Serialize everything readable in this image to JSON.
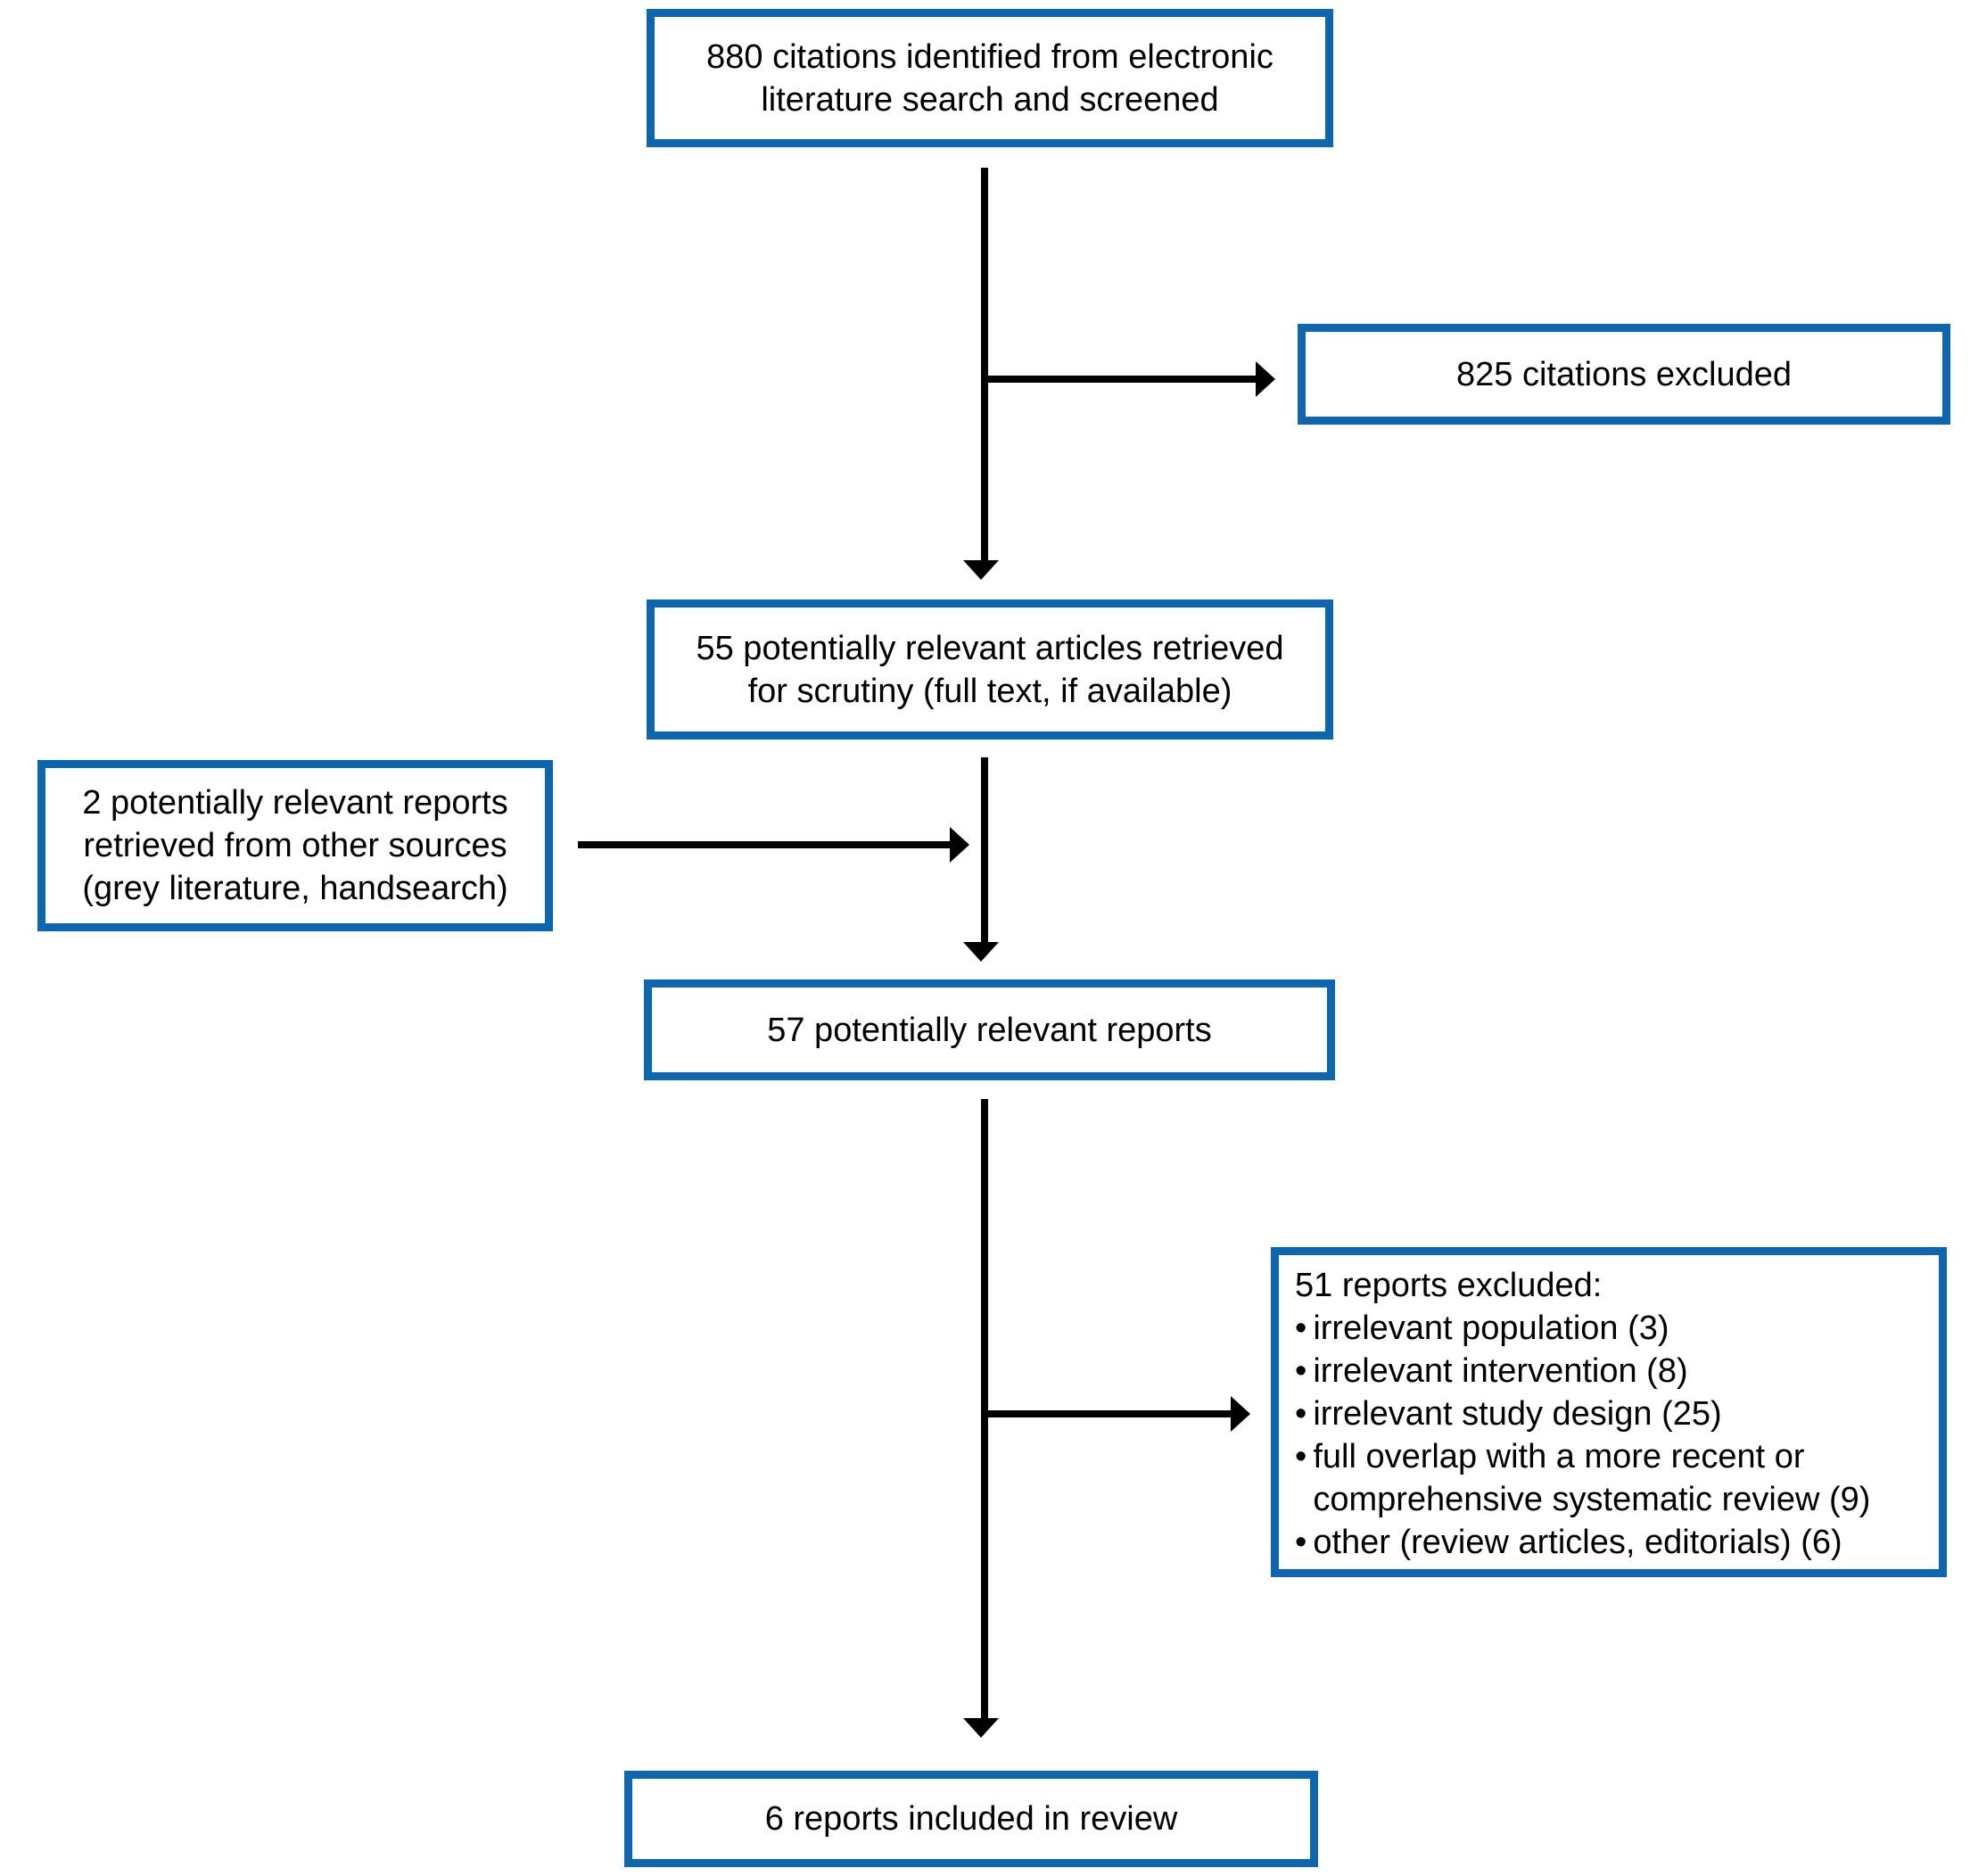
{
  "diagram": {
    "type": "flowchart",
    "accent_color": "#0c66b0",
    "line_color": "#000000",
    "bullet": "•",
    "boxes": {
      "identified": "880 citations identified from electronic\nliterature search and screened",
      "citations_excluded": "825 citations excluded",
      "retrieved_for_scrutiny": "55 potentially relevant articles retrieved\nfor scrutiny (full text, if available)",
      "other_sources": "2 potentially relevant reports\nretrieved from other sources\n(grey literature, handsearch)",
      "potentially_relevant": "57 potentially relevant reports",
      "reports_excluded": {
        "title": "51 reports excluded:",
        "items": [
          "irrelevant population (3)",
          "irrelevant intervention (8)",
          "irrelevant study design (25)",
          "full overlap with a more recent or\ncomprehensive systematic review (9)",
          "other (review articles, editorials) (6)"
        ]
      },
      "included": "6 reports included in review"
    }
  }
}
